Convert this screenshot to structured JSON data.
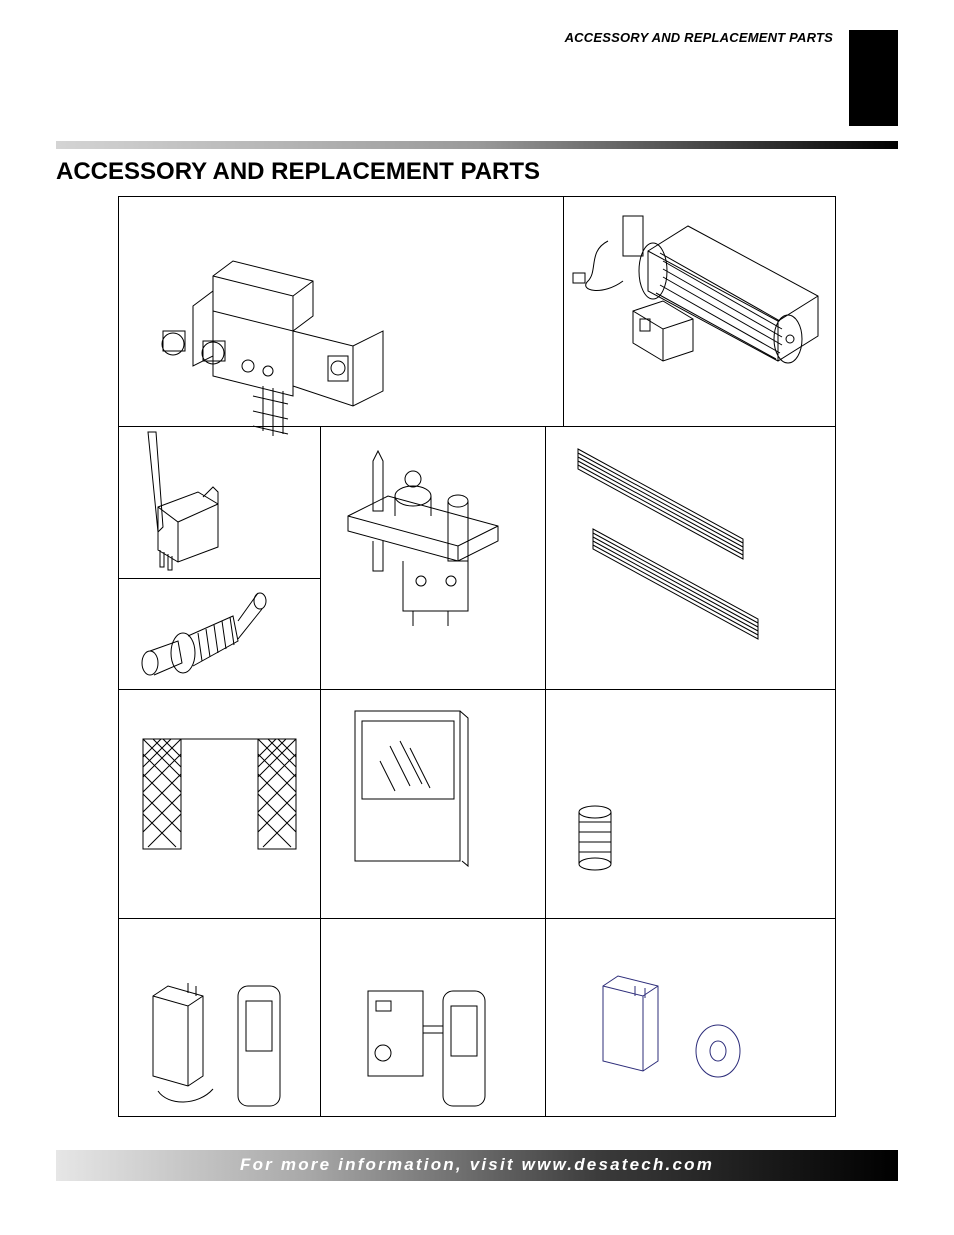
{
  "header": {
    "running_title": "ACCESSORY AND REPLACEMENT PARTS"
  },
  "main": {
    "title": "ACCESSORY AND REPLACEMENT PARTS",
    "parts": [
      {
        "icon": "gas-control-valve-icon"
      },
      {
        "icon": "blower-kit-icon"
      },
      {
        "icon": "switch-icon"
      },
      {
        "icon": "pilot-assembly-icon"
      },
      {
        "icon": "piezo-igniter-icon"
      },
      {
        "icon": "louver-icon"
      },
      {
        "icon": "fireplace-screen-icon"
      },
      {
        "icon": "glass-door-icon"
      },
      {
        "icon": "conversion-fitting-icon"
      },
      {
        "icon": "remote-control-icon"
      },
      {
        "icon": "remote-thermostat-icon"
      },
      {
        "icon": "wall-switch-receiver-icon"
      }
    ]
  },
  "footer": {
    "text": "For more information, visit www.desatech.com"
  }
}
